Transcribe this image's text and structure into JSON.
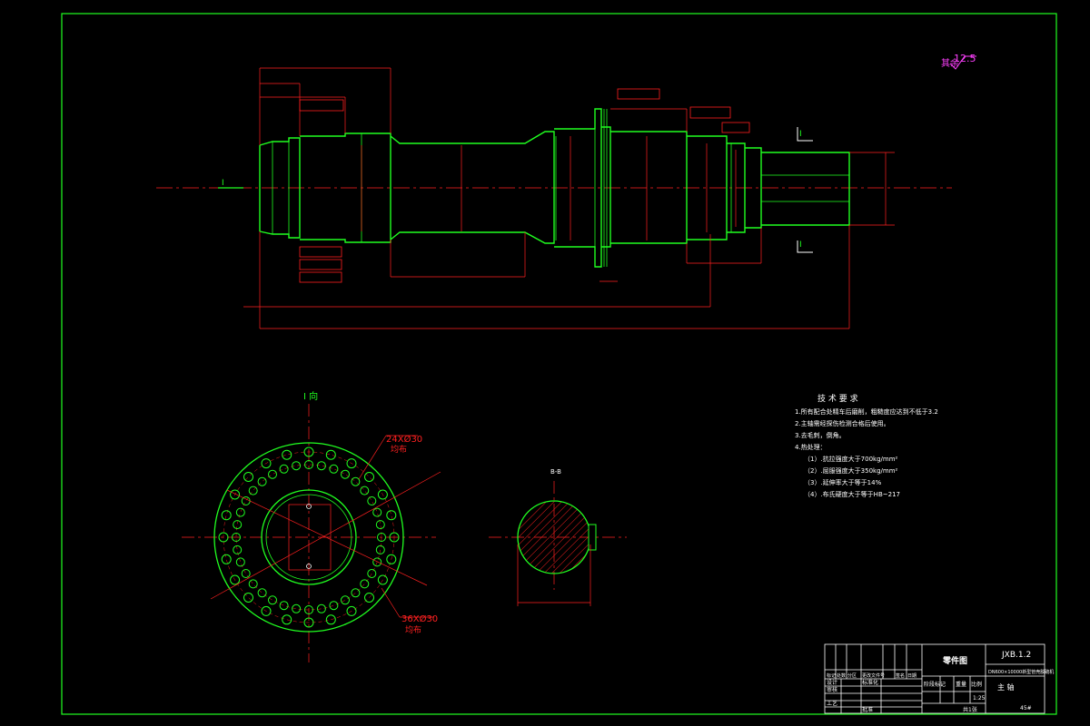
{
  "colors": {
    "background": "#000000",
    "outline": "#20ff20",
    "dimension": "#ff2020",
    "text": "#ffffff",
    "centerline": "#ff2020",
    "roughness": "#ff40ff"
  },
  "main_view": {
    "roughness_symbol": "其余",
    "roughness_value": "12.5",
    "section_mark_top": "I",
    "section_mark_bottom": "I",
    "section_letter": "I"
  },
  "end_view": {
    "title": "I 向",
    "holes_outer": "24XØ30",
    "holes_outer_note": "均布",
    "holes_inner": "36XØ30",
    "holes_inner_note": "均布"
  },
  "section_view": {
    "label": "B-B"
  },
  "tech_requirements": {
    "title": "技 术 要 求",
    "items": [
      "1.所有配合处精车后磨削，粗糙度应达到不低于3.2",
      "2.主轴需经探伤检测合格后使用。",
      "3.去毛刺，倒角。",
      "4.热处理：",
      "（1）.抗拉强度大于700kg/mm²",
      "（2）.屈服强度大于350kg/mm²",
      "（3）.延伸率大于等于14%",
      "（4）.布氏硬度大于等于HB~217"
    ]
  },
  "title_block": {
    "drawing_type": "零件图",
    "drawing_number": "JXB.1.2",
    "part_name": "DN600×10000新型管壳脱硫机",
    "part_name2": "主  轴",
    "stage_label": "阶段标记",
    "weight_label": "重量",
    "scale_label": "比例",
    "scale_value": "1:25",
    "designer": "设计",
    "checker": "审核",
    "process": "工艺",
    "approve": "批准",
    "standard": "标准化",
    "date": "日期",
    "mark": "标记",
    "count": "处数",
    "zone": "分区",
    "change_doc": "更改文件号",
    "signature": "签名",
    "sheet_info": "共1张",
    "material": "45#"
  }
}
